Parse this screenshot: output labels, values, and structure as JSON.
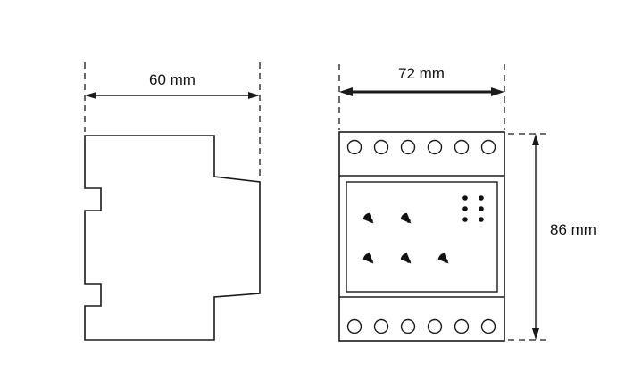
{
  "diagram": {
    "type": "technical-dimension-drawing",
    "subject": "DIN-rail module, side view and front view with dimensions",
    "labels": {
      "side_view_width": "60 mm",
      "front_view_width": "72 mm",
      "front_view_height": "86 mm"
    },
    "colors": {
      "line": "#1a1a1a",
      "background": "#ffffff"
    },
    "front_view": {
      "top_terminals": 6,
      "bottom_terminals": 6,
      "led_icons_top_row": 2,
      "led_icons_bottom_row": 3,
      "dot_grid": "2x3"
    },
    "icons": {
      "led_indicator": "led-indicator-icon",
      "terminal": "screw-terminal-circle",
      "dot": "connector-dot"
    }
  }
}
